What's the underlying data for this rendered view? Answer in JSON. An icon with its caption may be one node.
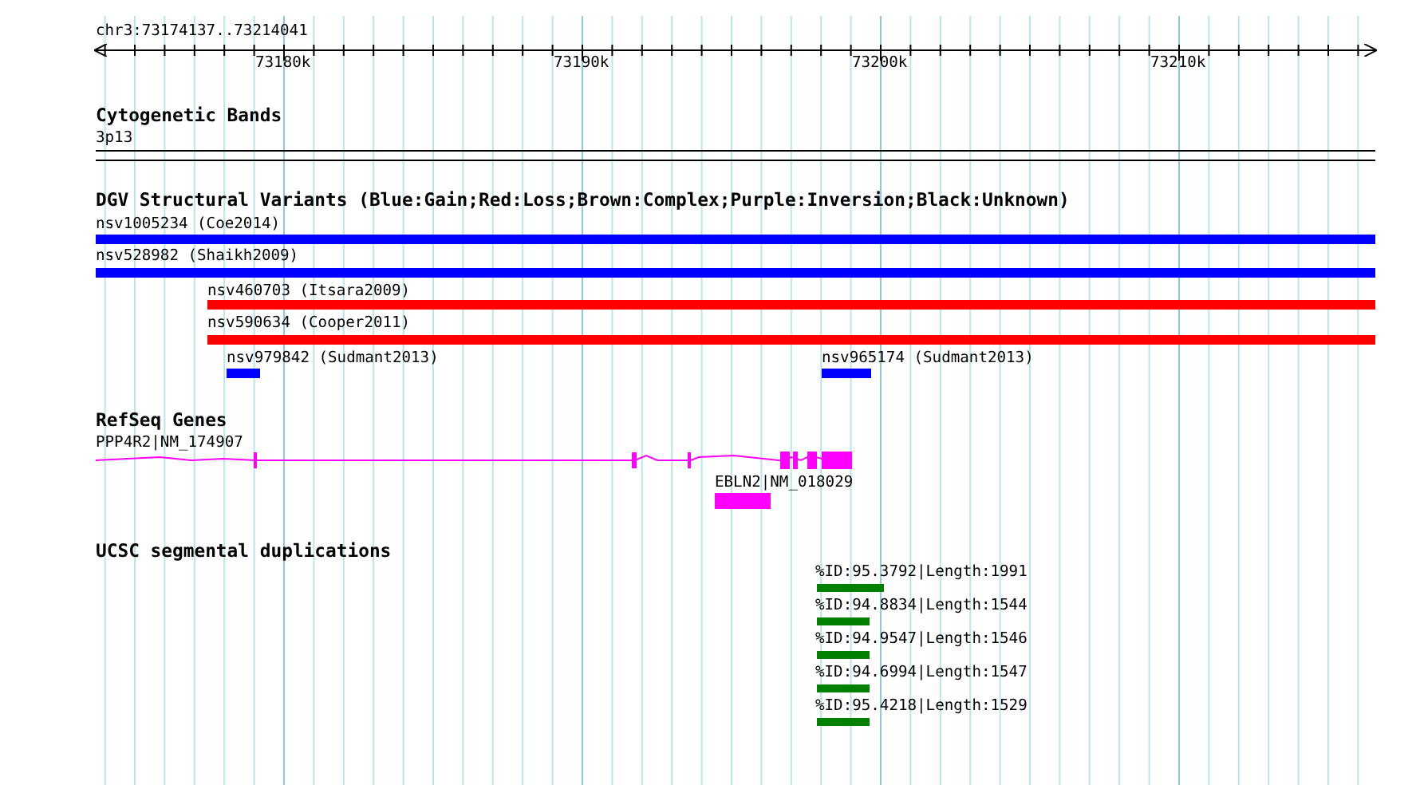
{
  "diagram": {
    "nodes": [
      {
        "text": [
          "nsv1005234 (Coe2014)"
        ]
      },
      {
        "text": [
          "nsv528982 (Shaikh2009)"
        ]
      },
      {
        "text": [
          "nsv460703 (Itsara2009)"
        ]
      },
      {
        "text": [
          "nsv590634 (Cooper2011)"
        ]
      },
      {
        "text": [
          "nsv979842 (Sudmant2013)"
        ]
      },
      {
        "text": [
          "nsv965174 (Sudmant2013)"
        ]
      },
      {
        "text": [
          "PPP4R2|NM_174907"
        ]
      },
      {
        "text": [
          "EBLN2|NM_018029"
        ]
      },
      {
        "text": [
          "%ID:95.3792|Length:1991"
        ]
      },
      {
        "text": [
          "%ID:94.8834|Length:1544"
        ]
      },
      {
        "text": [
          "%ID:94.9547|Length:1546"
        ]
      },
      {
        "text": [
          "%ID:94.6994|Length:1547"
        ]
      },
      {
        "text": [
          "%ID:95.4218|Length:1529"
        ]
      }
    ],
    "edges": [],
    "labels": [
      "chr3:73174137..73214041",
      "73180k",
      "73190k",
      "73200k",
      "73210k",
      "Cytogenetic Bands",
      "3p13",
      "DGV Structural Variants (Blue:Gain;Red:Loss;Brown:Complex;Purple:Inversion;Black:Unknown)",
      "RefSeq Genes",
      "UCSC segmental duplications"
    ]
  }
}
